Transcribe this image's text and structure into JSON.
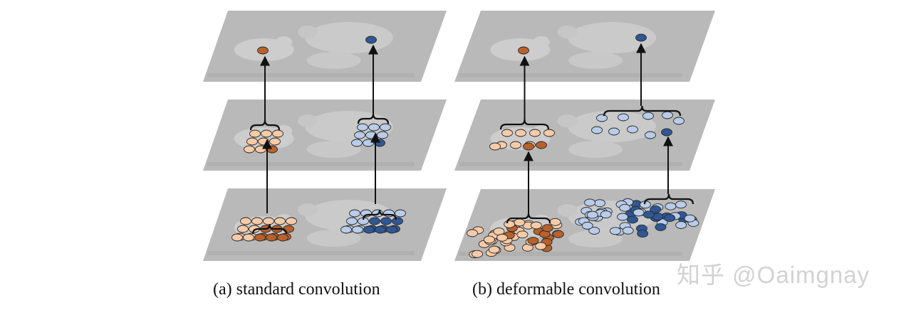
{
  "captions": {
    "standard": "(a) standard convolution",
    "deformable": "(b) deformable convolution"
  },
  "watermark": "知乎 @Oaimgnay",
  "colors": {
    "background": "#ffffff",
    "plane": "#b9b9b9",
    "orange_light": "#f7cba8",
    "orange_dark": "#b8612c",
    "blue_light": "#b9ccea",
    "blue_dark": "#2f5796",
    "arrow": "#111111"
  },
  "diagram": {
    "panels": [
      {
        "id": "standard",
        "layers": 3,
        "sampling": "regular-grid"
      },
      {
        "id": "deformable",
        "layers": 3,
        "sampling": "offset-positions"
      }
    ]
  }
}
